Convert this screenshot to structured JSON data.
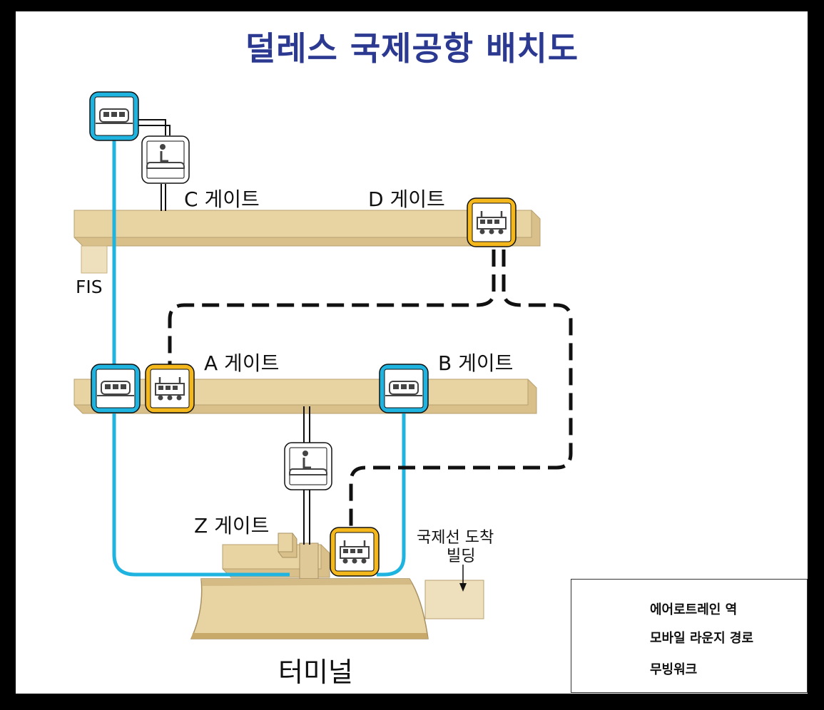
{
  "title": "덜레스 국제공항 배치도",
  "labels": {
    "gate_c": "C 게이트",
    "gate_d": "D 게이트",
    "gate_a": "A 게이트",
    "gate_b": "B 게이트",
    "gate_z": "Z 게이트",
    "fis": "FIS",
    "intl_arrivals_line1": "국제선 도착",
    "intl_arrivals_line2": "빌딩",
    "terminal": "터미널"
  },
  "legend": {
    "aerotrain": "에어로트레인 역",
    "mobile_lounge": "모바일 라운지 경로",
    "moving_walkway": "무빙워크"
  },
  "colors": {
    "aerotrain": "#1fb3e0",
    "mobile_lounge": "#f5b81c",
    "building": "#e8d3a3",
    "title": "#2b3990"
  },
  "icons": {
    "aerotrain_station": "train-icon",
    "mobile_lounge_station": "mobile-lounge-icon",
    "moving_walkway": "walkway-person-icon"
  }
}
